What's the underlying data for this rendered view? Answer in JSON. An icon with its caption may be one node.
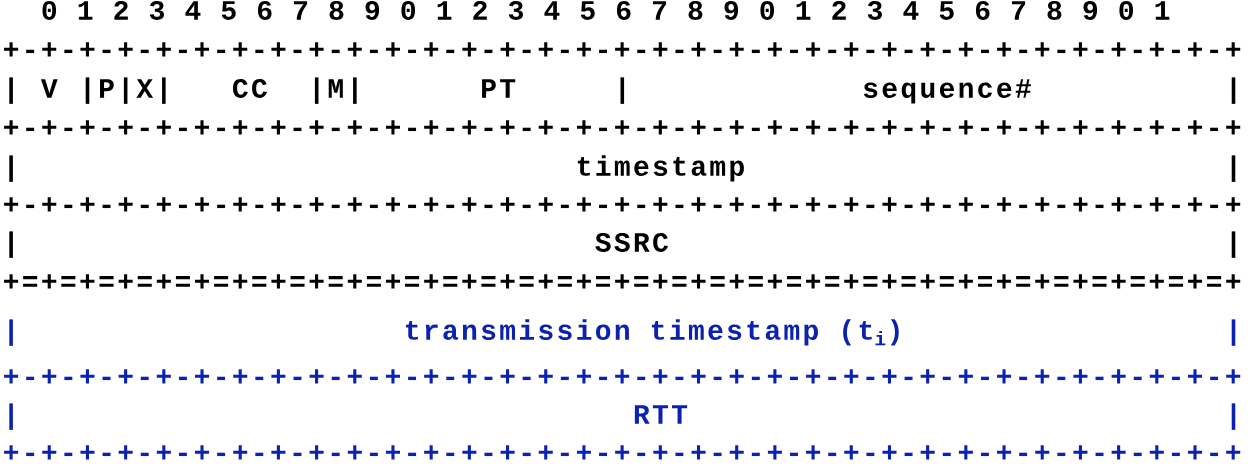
{
  "diagram": {
    "labels": [
      "0 1 2 3 4 5 6 7 8 9 0 1 2 3 4 5 6 7 8 9 0 1 2 3 4 5 6 7 8 9 0 1",
      "+-+-+-+-+-+-+-+-+-+-+-+-+-+-+-+-+-+-+-+-+-+-+-+-+-+-+-+-+-+-+-+-+",
      "|",
      "V",
      "|P|X|",
      "CC",
      "|M|",
      "PT",
      "|",
      "sequence#",
      "|",
      "+-+-+-+-+-+-+-+-+-+-+-+-+-+-+-+-+-+-+-+-+-+-+-+-+-+-+-+-+-+-+-+-+",
      "|",
      "timestamp",
      "|",
      "+-+-+-+-+-+-+-+-+-+-+-+-+-+-+-+-+-+-+-+-+-+-+-+-+-+-+-+-+-+-+-+-+",
      "|",
      "SSRC",
      "|",
      "+=+=+=+=+=+=+=+=+=+=+=+=+=+=+=+=+=+=+=+=+=+=+=+=+=+=+=+=+=+=+=+=+",
      "|",
      "transmission timestamp (t$_{i}$)",
      "|",
      "+-+-+-+-+-+-+-+-+-+-+-+-+-+-+-+-+-+-+-+-+-+-+-+-+-+-+-+-+-+-+-+-+",
      "|",
      "RTT",
      "|",
      "+-+-+-+-+-+-+-+-+-+-+-+-+-+-+-+-+-+-+-+-+-+-+-+-+-+-+-+-+-+-+-+-+"
    ]
  }
}
